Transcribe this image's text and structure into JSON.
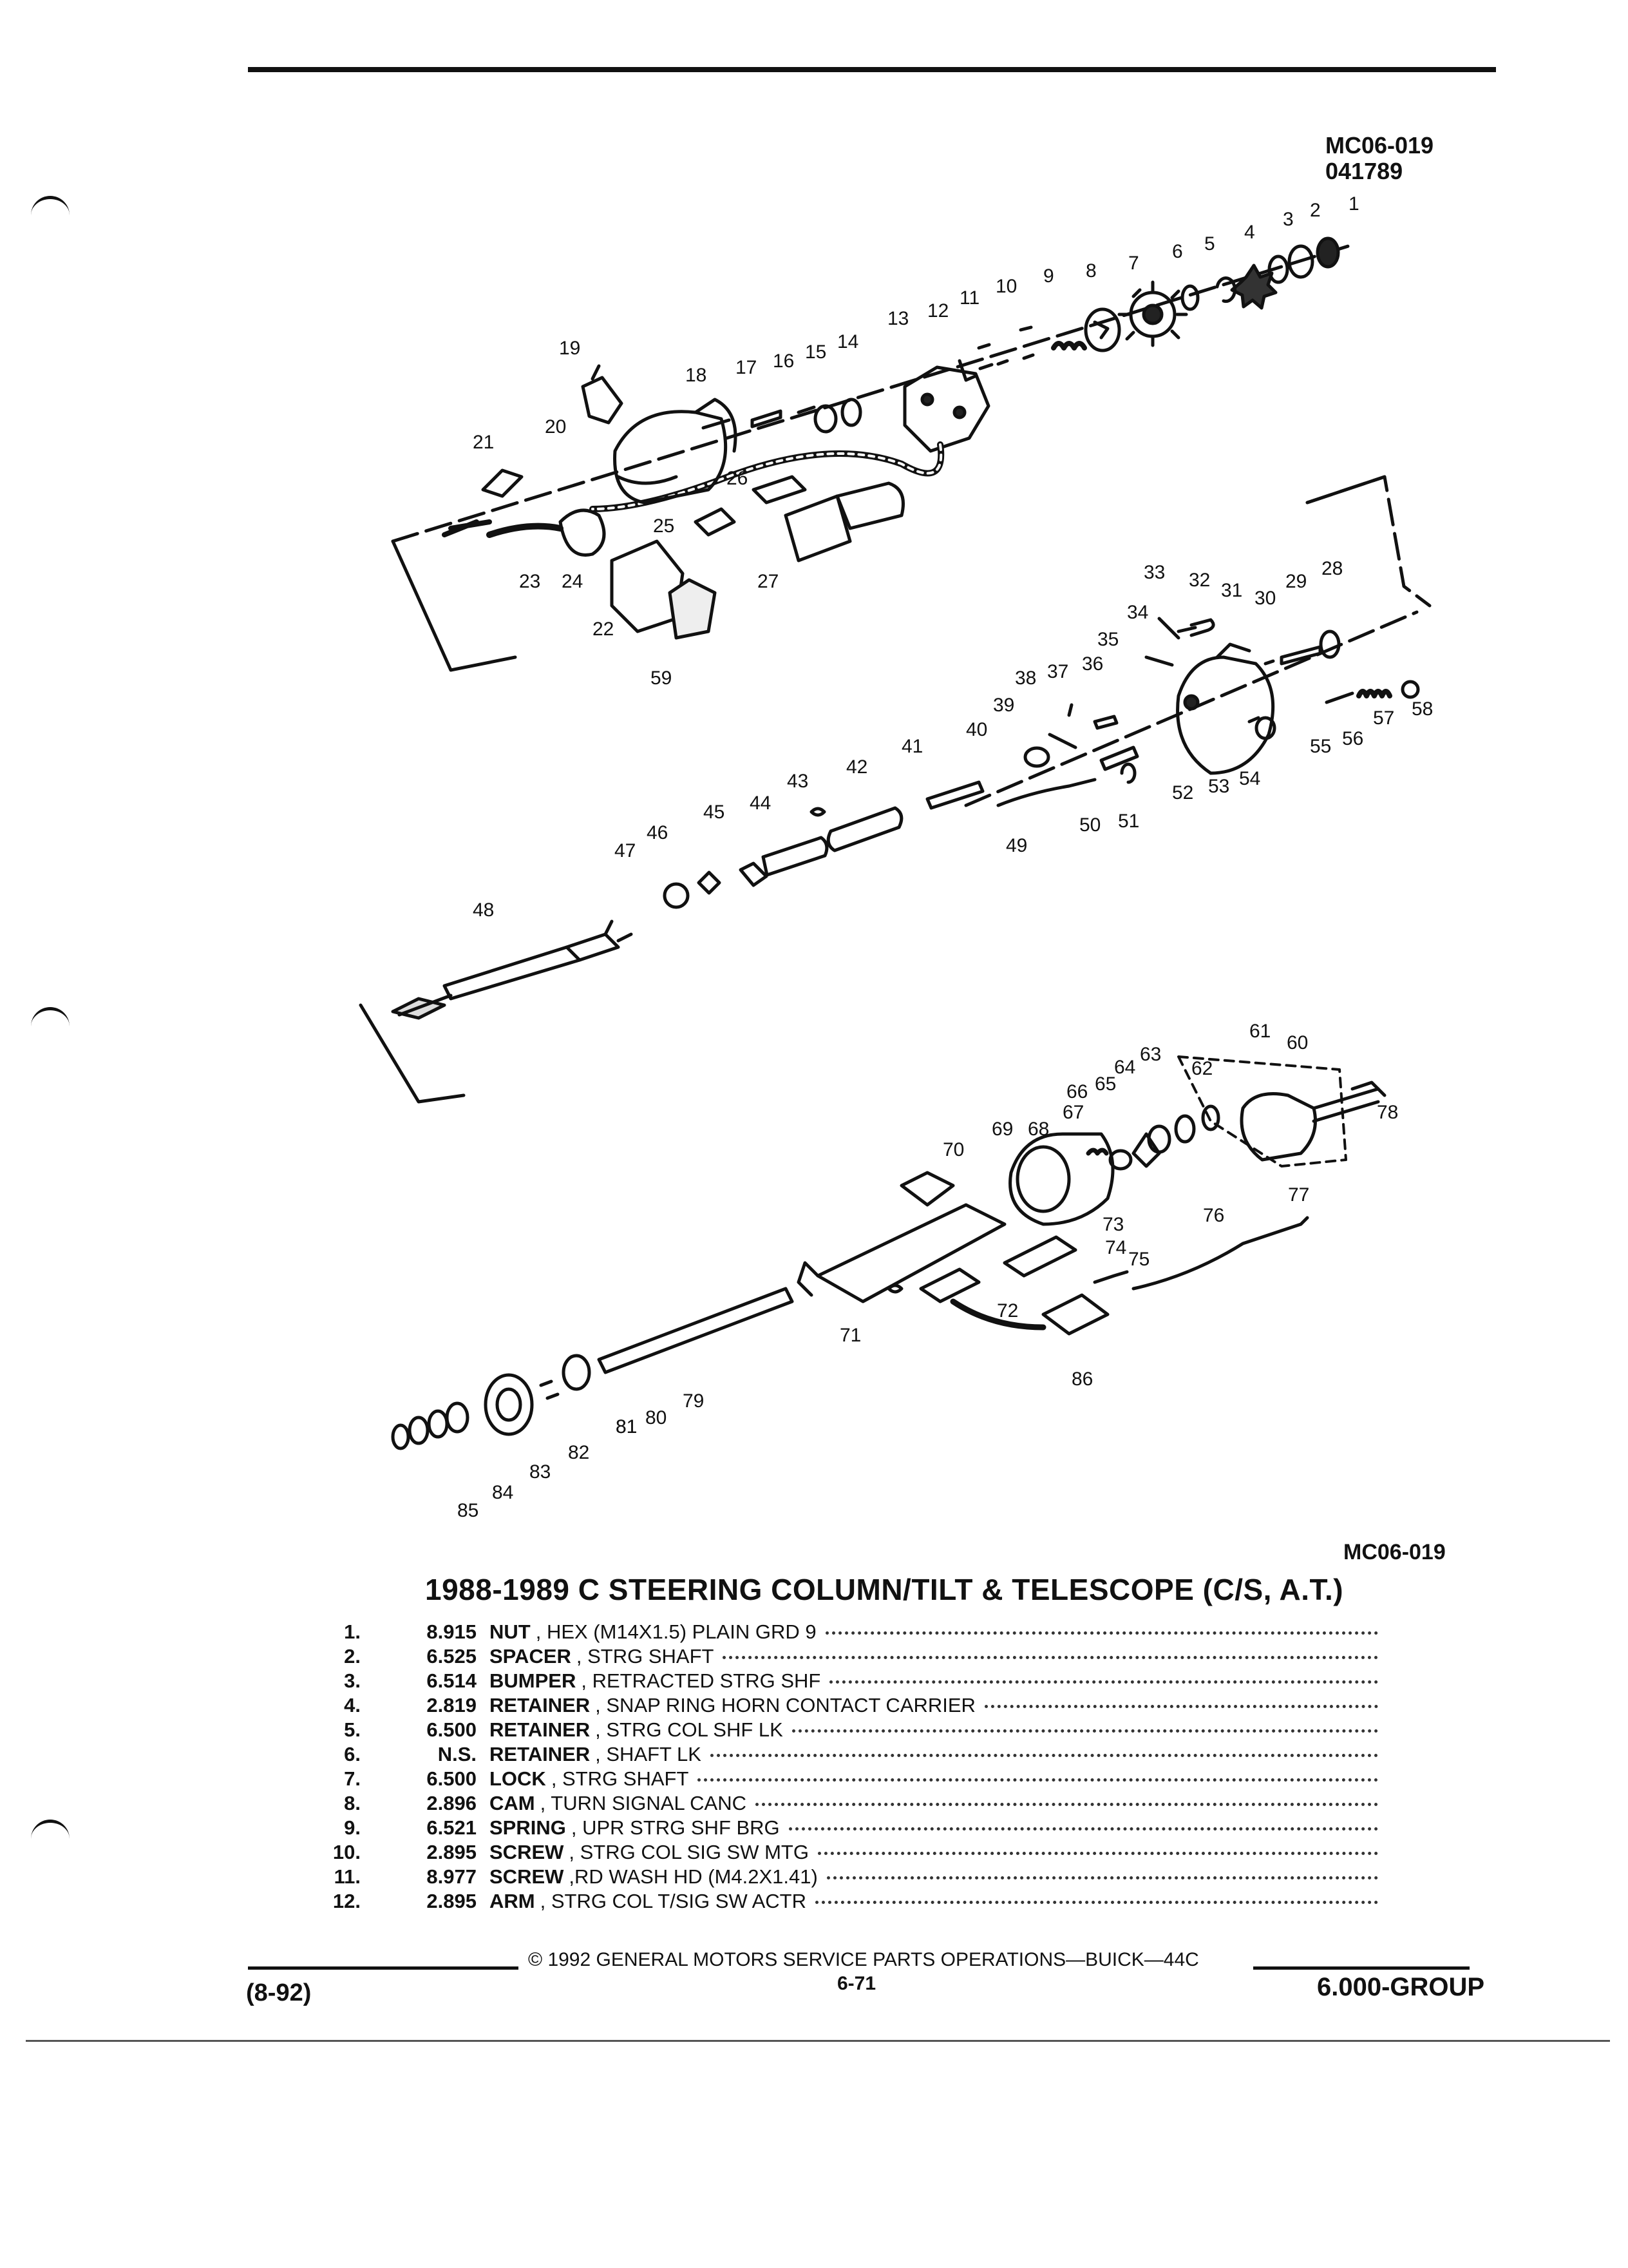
{
  "header": {
    "code_line1": "MC06-019",
    "code_line2": "041789"
  },
  "diagram": {
    "bottom_code": "MC06-019",
    "labels": [
      "1",
      "2",
      "3",
      "4",
      "5",
      "6",
      "7",
      "8",
      "9",
      "10",
      "11",
      "12",
      "13",
      "14",
      "15",
      "16",
      "17",
      "18",
      "19",
      "20",
      "21",
      "22",
      "23",
      "24",
      "25",
      "26",
      "27",
      "28",
      "29",
      "30",
      "31",
      "32",
      "33",
      "34",
      "35",
      "36",
      "37",
      "38",
      "39",
      "40",
      "41",
      "42",
      "43",
      "44",
      "45",
      "46",
      "47",
      "48",
      "49",
      "50",
      "51",
      "52",
      "53",
      "54",
      "55",
      "56",
      "57",
      "58",
      "59",
      "60",
      "61",
      "62",
      "63",
      "64",
      "65",
      "66",
      "67",
      "68",
      "69",
      "70",
      "71",
      "72",
      "73",
      "74",
      "75",
      "76",
      "77",
      "78",
      "79",
      "80",
      "81",
      "81",
      "82",
      "83",
      "84",
      "85",
      "86"
    ]
  },
  "title": "1988-1989 C STEERING COLUMN/TILT & TELESCOPE (C/S, A.T.)",
  "parts": [
    {
      "num": "1.",
      "group": "8.915",
      "name": "NUT",
      "detail": ", HEX (M14X1.5) PLAIN GRD 9"
    },
    {
      "num": "2.",
      "group": "6.525",
      "name": "SPACER",
      "detail": ", STRG SHAFT"
    },
    {
      "num": "3.",
      "group": "6.514",
      "name": "BUMPER",
      "detail": ", RETRACTED STRG SHF"
    },
    {
      "num": "4.",
      "group": "2.819",
      "name": "RETAINER",
      "detail": ", SNAP RING HORN CONTACT CARRIER"
    },
    {
      "num": "5.",
      "group": "6.500",
      "name": "RETAINER",
      "detail": ", STRG COL SHF LK"
    },
    {
      "num": "6.",
      "group": "N.S.",
      "name": "RETAINER",
      "detail": ", SHAFT LK"
    },
    {
      "num": "7.",
      "group": "6.500",
      "name": "LOCK",
      "detail": ", STRG SHAFT"
    },
    {
      "num": "8.",
      "group": "2.896",
      "name": "CAM",
      "detail": ", TURN SIGNAL CANC"
    },
    {
      "num": "9.",
      "group": "6.521",
      "name": "SPRING",
      "detail": ", UPR STRG SHF BRG"
    },
    {
      "num": "10.",
      "group": "2.895",
      "name": "SCREW",
      "detail": ", STRG COL SIG SW MTG"
    },
    {
      "num": "11.",
      "group": "8.977",
      "name": "SCREW",
      "detail": ",RD WASH HD (M4.2X1.41)"
    },
    {
      "num": "12.",
      "group": "2.895",
      "name": "ARM",
      "detail": ", STRG COL T/SIG SW ACTR"
    }
  ],
  "footer": {
    "copyright": "© 1992 GENERAL MOTORS SERVICE PARTS OPERATIONS—BUICK—44C",
    "page": "6-71",
    "date": "(8-92)",
    "group": "6.000-GROUP"
  }
}
